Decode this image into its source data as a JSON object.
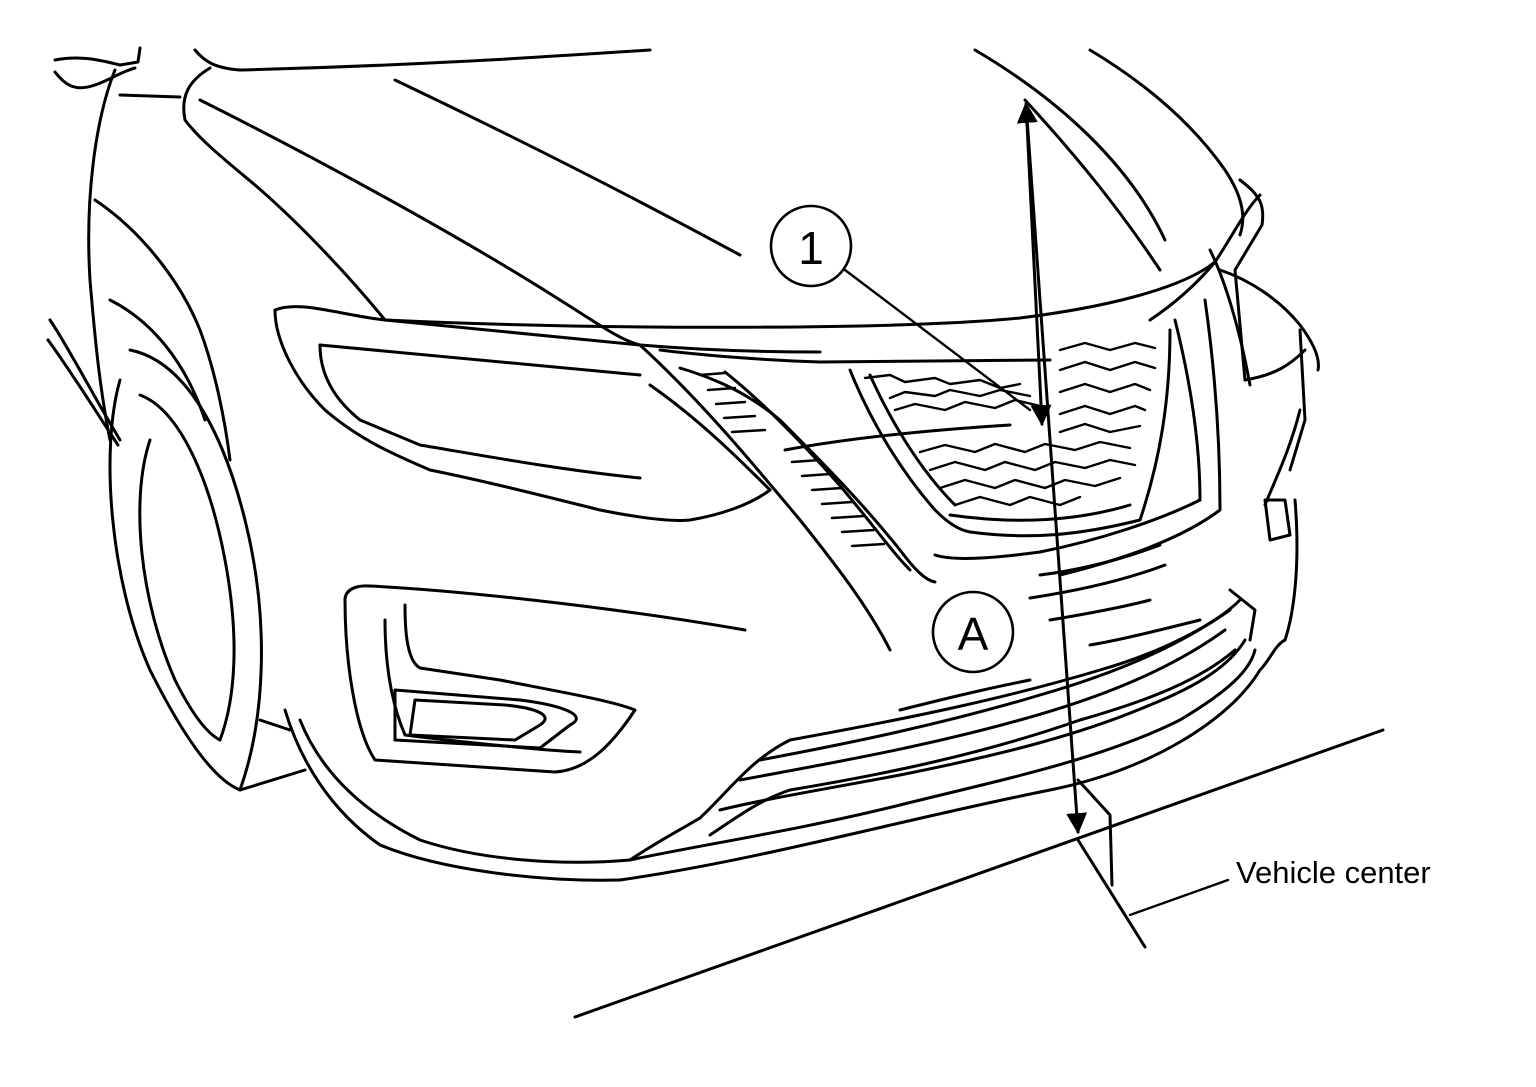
{
  "callouts": {
    "part_number": "1",
    "point_a": "A"
  },
  "labels": {
    "vehicle_center": "Vehicle center"
  }
}
